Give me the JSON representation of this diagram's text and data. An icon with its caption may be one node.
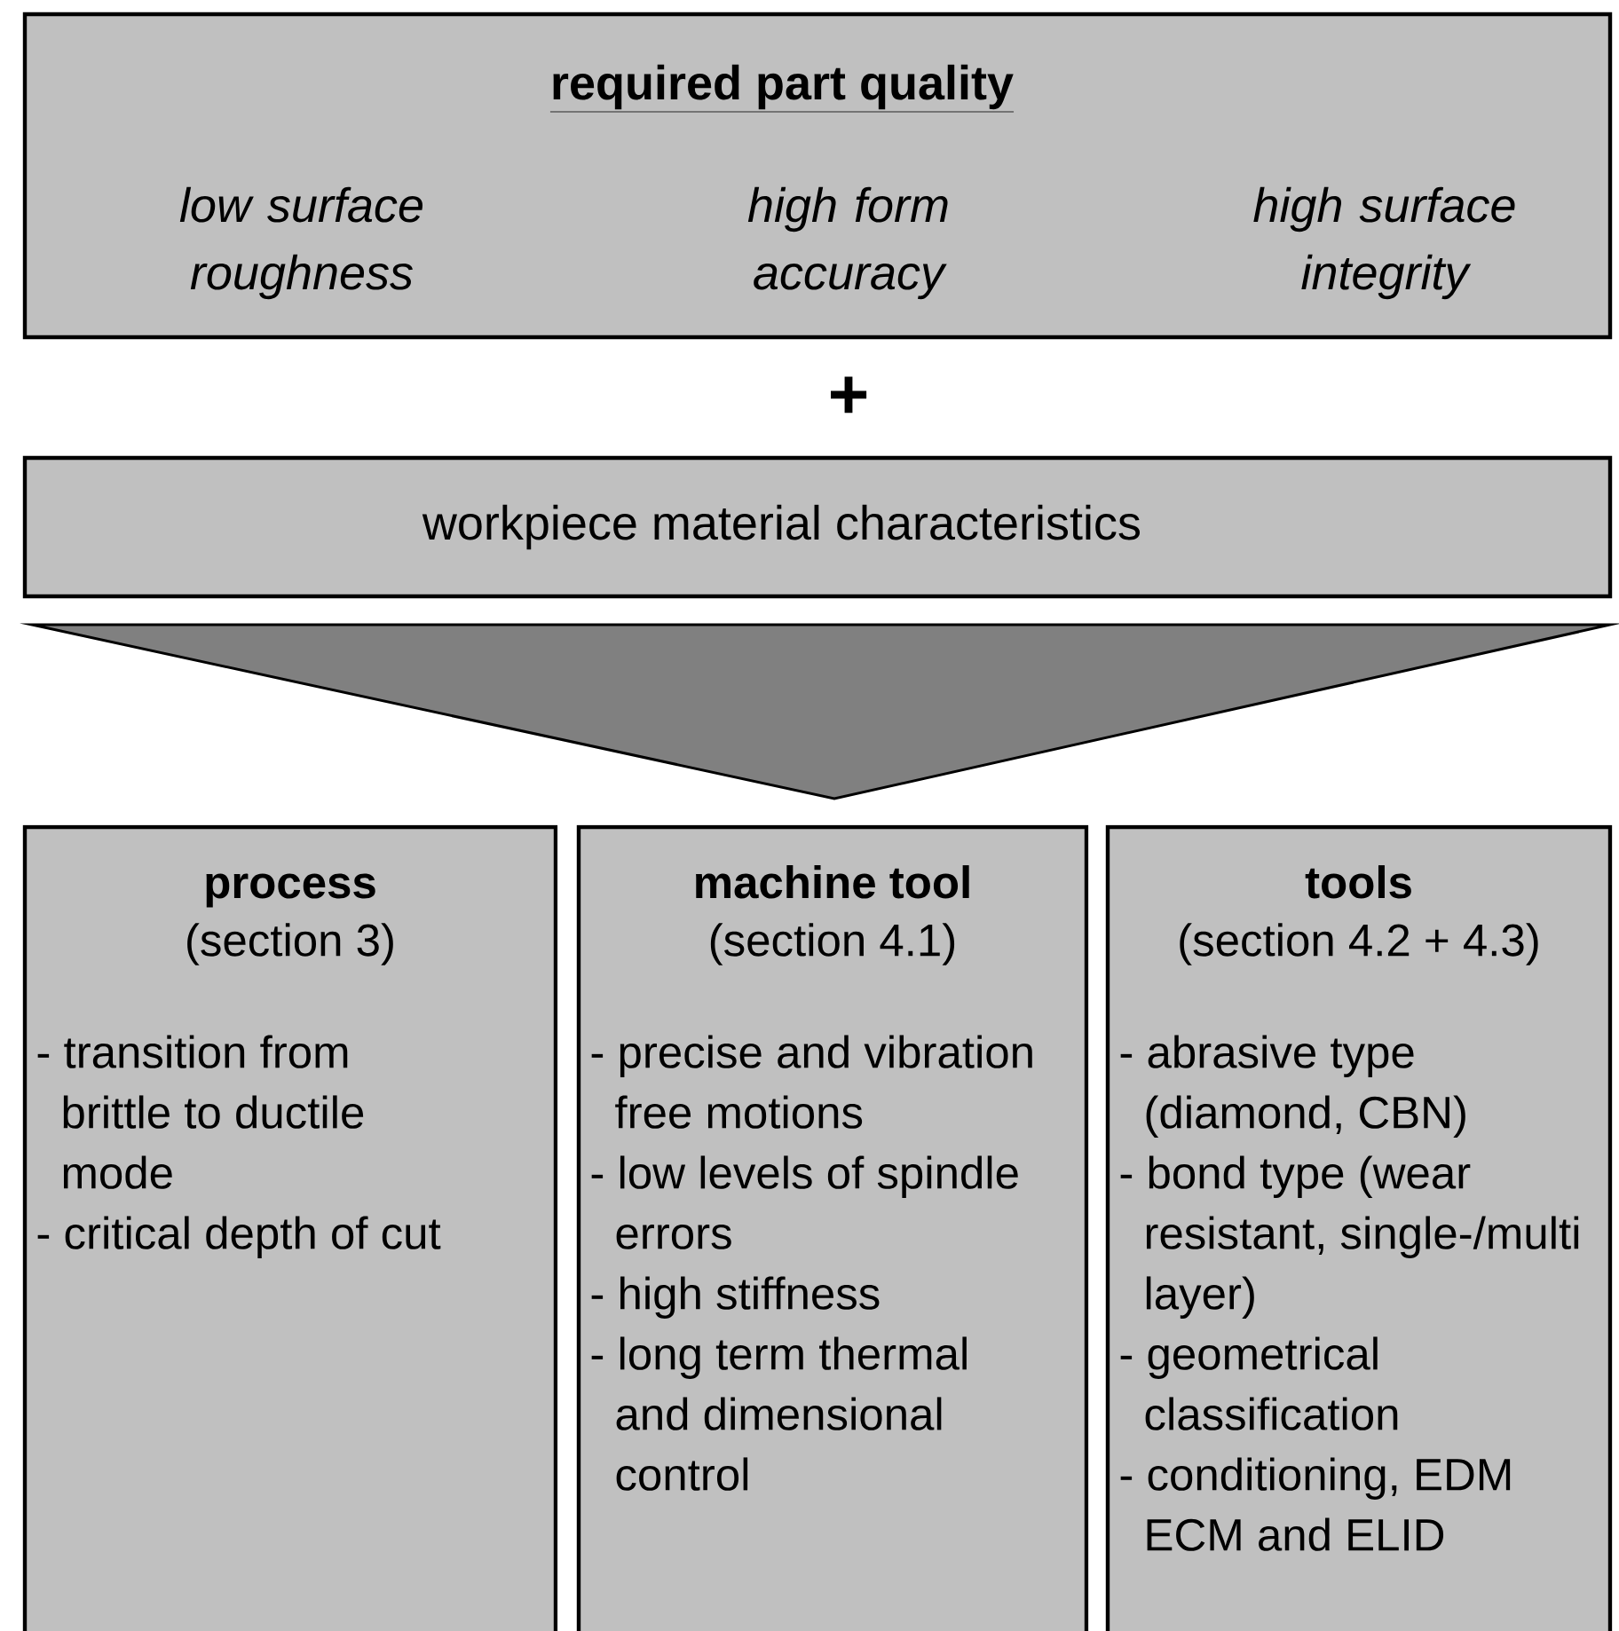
{
  "diagram": {
    "nodes": [
      {
        "text": [
          "required part quality",
          "low surface roughness",
          "high form accuracy",
          "high surface integrity"
        ]
      },
      {
        "text": [
          "workpiece material characteristics"
        ]
      },
      {
        "text": [],
        "shape": "triangle"
      },
      {
        "text": [
          "process",
          "(section 3)",
          "- transition from brittle to ductile mode",
          "- critical depth of cut"
        ]
      },
      {
        "text": [
          "machine tool",
          "(section 4.1)",
          "- precise and vibration free motions",
          "- low levels of spindle errors",
          "- high stiffness",
          "- long term thermal and dimensional control"
        ]
      },
      {
        "text": [
          "tools",
          "(section 4.2 + 4.3)",
          "- abrasive type (diamond, CBN)",
          "- bond type (wear resistant, single-/multi layer)",
          "- geometrical classification",
          "- conditioning, EDM ECM and ELID"
        ]
      }
    ],
    "labels": [
      "+"
    ]
  }
}
